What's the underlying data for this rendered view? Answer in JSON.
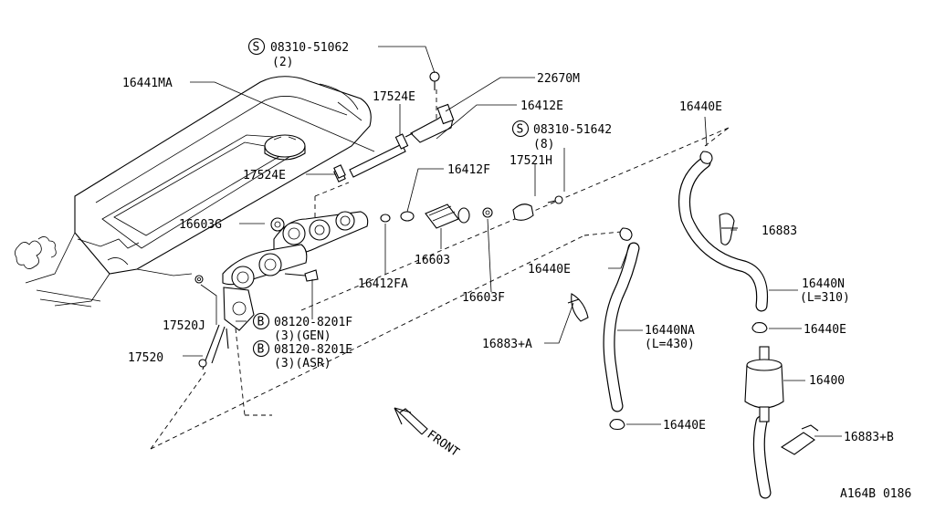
{
  "diagram_code": "A164B 0186",
  "front_label": "FRONT",
  "callouts": [
    {
      "id": "bolt-08310-51062",
      "code": "08310-51062",
      "qty": "(2)",
      "badge": "S"
    },
    {
      "id": "22670m",
      "code": "22670M"
    },
    {
      "id": "16441ma",
      "code": "16441MA"
    },
    {
      "id": "17524e-top",
      "code": "17524E"
    },
    {
      "id": "16412e",
      "code": "16412E"
    },
    {
      "id": "bolt-08310-51642",
      "code": "08310-51642",
      "qty": "(8)",
      "badge": "S"
    },
    {
      "id": "16440e-top",
      "code": "16440E"
    },
    {
      "id": "17524e-mid",
      "code": "17524E"
    },
    {
      "id": "16412f",
      "code": "16412F"
    },
    {
      "id": "17521h",
      "code": "17521H"
    },
    {
      "id": "16603g",
      "code": "16603G"
    },
    {
      "id": "16603",
      "code": "16603"
    },
    {
      "id": "16883",
      "code": "16883"
    },
    {
      "id": "16412fa",
      "code": "16412FA"
    },
    {
      "id": "16440e-mid",
      "code": "16440E"
    },
    {
      "id": "16440n",
      "code": "16440N",
      "length": "(L=310)"
    },
    {
      "id": "16603f",
      "code": "16603F"
    },
    {
      "id": "17520j",
      "code": "17520J"
    },
    {
      "id": "bolt-08120-8201f",
      "code": "08120-8201F",
      "qty": "(3)(GEN)",
      "badge": "B"
    },
    {
      "id": "16440na",
      "code": "16440NA",
      "length": "(L=430)"
    },
    {
      "id": "16440e-right",
      "code": "16440E"
    },
    {
      "id": "17520",
      "code": "17520"
    },
    {
      "id": "bolt-08120-8201e",
      "code": "08120-8201E",
      "qty": "(3)(ASR)",
      "badge": "B"
    },
    {
      "id": "16883a",
      "code": "16883+A"
    },
    {
      "id": "16400",
      "code": "16400"
    },
    {
      "id": "16440e-bottom",
      "code": "16440E"
    },
    {
      "id": "16883b",
      "code": "16883+B"
    }
  ]
}
